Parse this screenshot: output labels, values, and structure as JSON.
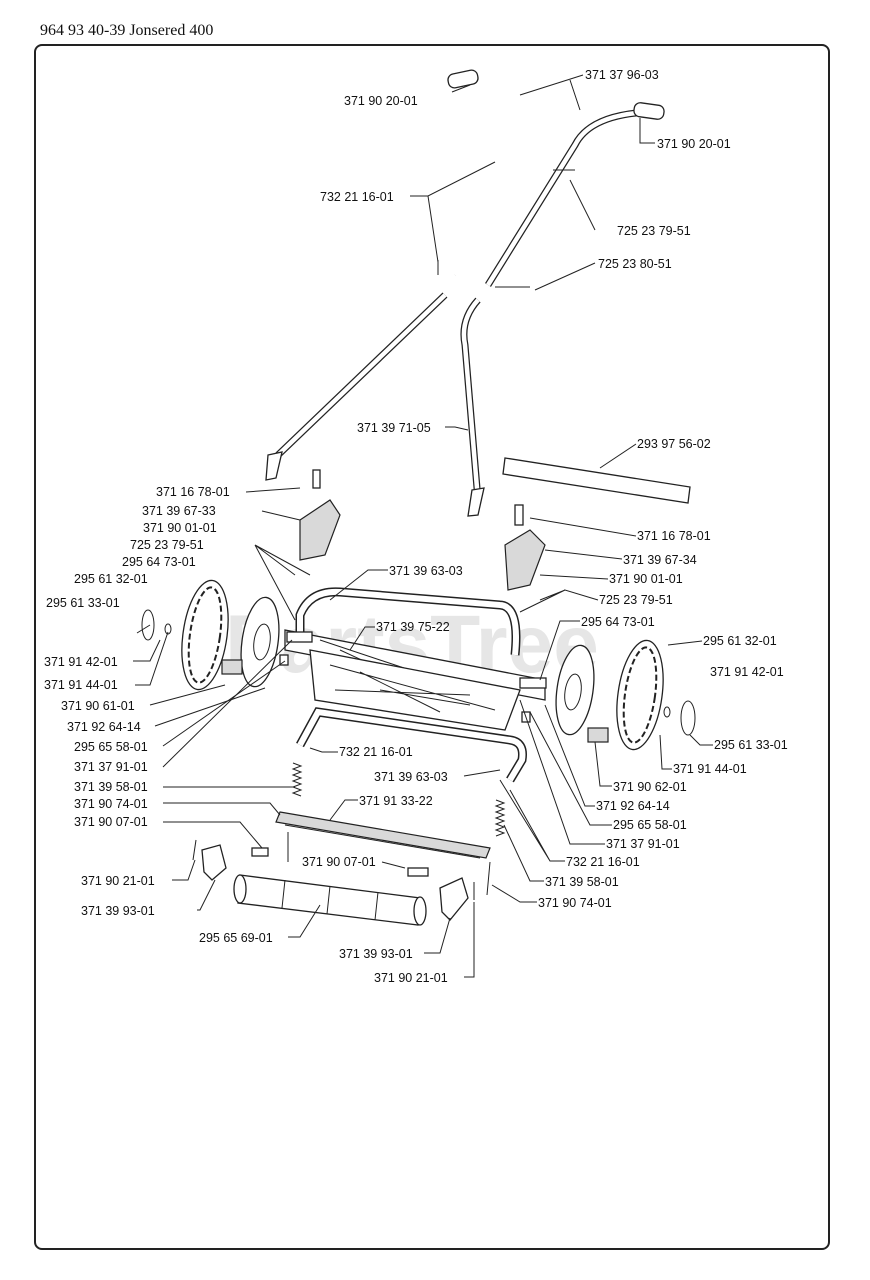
{
  "title": "964 93 40-39 Jonsered 400",
  "watermark": "PartsTree",
  "labels": [
    "371 37 96-03",
    "371 90 20-01",
    "371 90 20-01",
    "732 21 16-01",
    "725 23 79-51",
    "725 23 80-51",
    "371 39 71-05",
    "293 97 56-02",
    "371 16 78-01",
    "371 39 67-33",
    "371 90 01-01",
    "725 23 79-51",
    "295 64 73-01",
    "295 61 32-01",
    "295 61 33-01",
    "371 16 78-01",
    "371 39 67-34",
    "371 39 63-03",
    "371 90 01-01",
    "725 23 79-51",
    "371 39 75-22",
    "295 64 73-01",
    "295 61 32-01",
    "371 91 42-01",
    "371 91 42-01",
    "371 91 44-01",
    "371 90 61-01",
    "371 92 64-14",
    "295 65 58-01",
    "295 61 33-01",
    "732 21 16-01",
    "371 37 91-01",
    "371 39 63-03",
    "371 91 44-01",
    "371 39 58-01",
    "371 90 62-01",
    "371 92 64-14",
    "371 90 74-01",
    "371 91 33-22",
    "295 65 58-01",
    "371 90 07-01",
    "371 37 91-01",
    "371 90 07-01",
    "732 21 16-01",
    "371 90 21-01",
    "371 39 58-01",
    "371 39 93-01",
    "371 90 74-01",
    "295 65 69-01",
    "371 39 93-01",
    "371 90 21-01"
  ]
}
